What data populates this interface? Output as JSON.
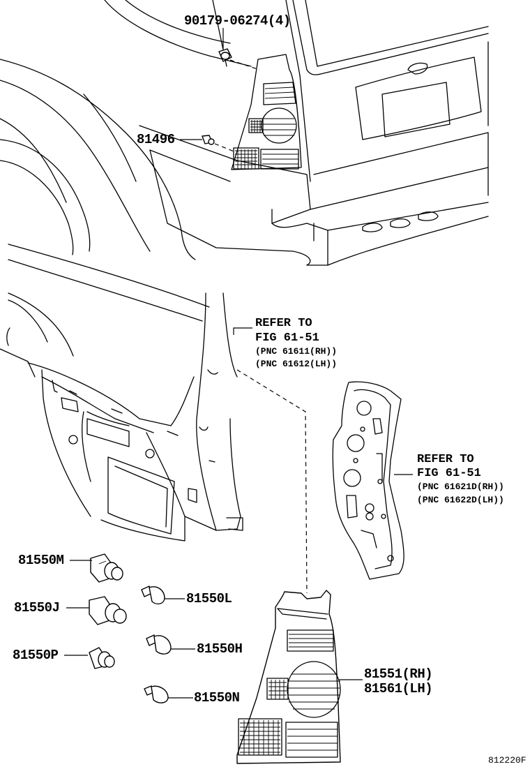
{
  "labels": {
    "p90179": "90179-06274(4)",
    "p81496": "81496",
    "p81550M": "81550M",
    "p81550J": "81550J",
    "p81550P": "81550P",
    "p81550L": "81550L",
    "p81550H": "81550H",
    "p81550N": "81550N",
    "p81551": "81551(RH)",
    "p81561": "81561(LH)"
  },
  "refs": {
    "ref1": {
      "line1": "REFER TO",
      "line2": "FIG 61-51",
      "pnc1": "(PNC 61611(RH))",
      "pnc2": "(PNC 61612(LH))"
    },
    "ref2": {
      "line1": "REFER TO",
      "line2": "FIG 61-51",
      "pnc1": "(PNC 61621D(RH))",
      "pnc2": "(PNC 61622D(LH))"
    }
  },
  "figure_code": "812220F"
}
